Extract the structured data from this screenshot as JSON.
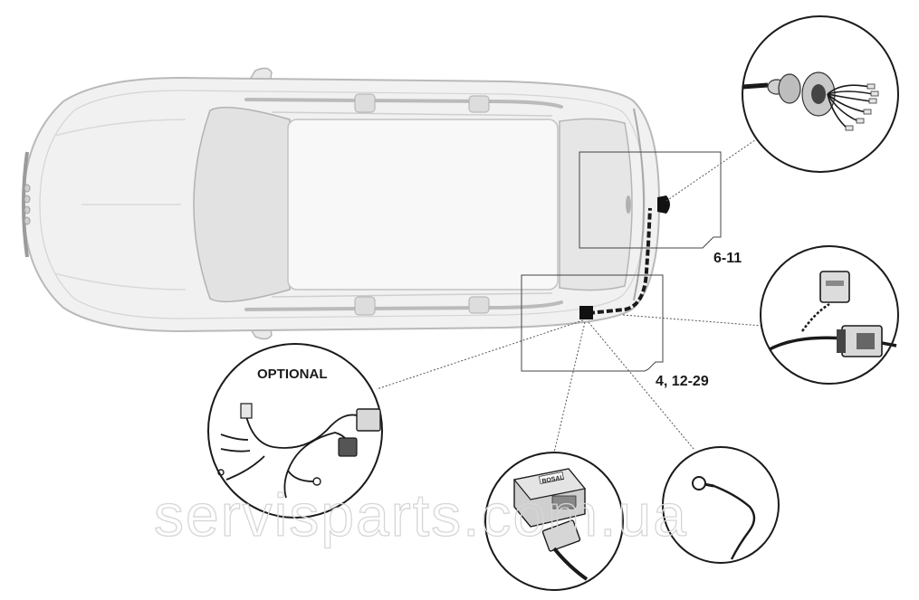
{
  "labels": {
    "rear_detail": "6-11",
    "side_detail": "4, 12-29",
    "optional": "OPTIONAL"
  },
  "module_brand": "BOSAL",
  "watermark": "servisparts.com.ua",
  "colors": {
    "car_body": "#f1f1f1",
    "car_outline": "#b9b9b9",
    "harness": "#1a1a1a",
    "callout_line": "#555555"
  }
}
